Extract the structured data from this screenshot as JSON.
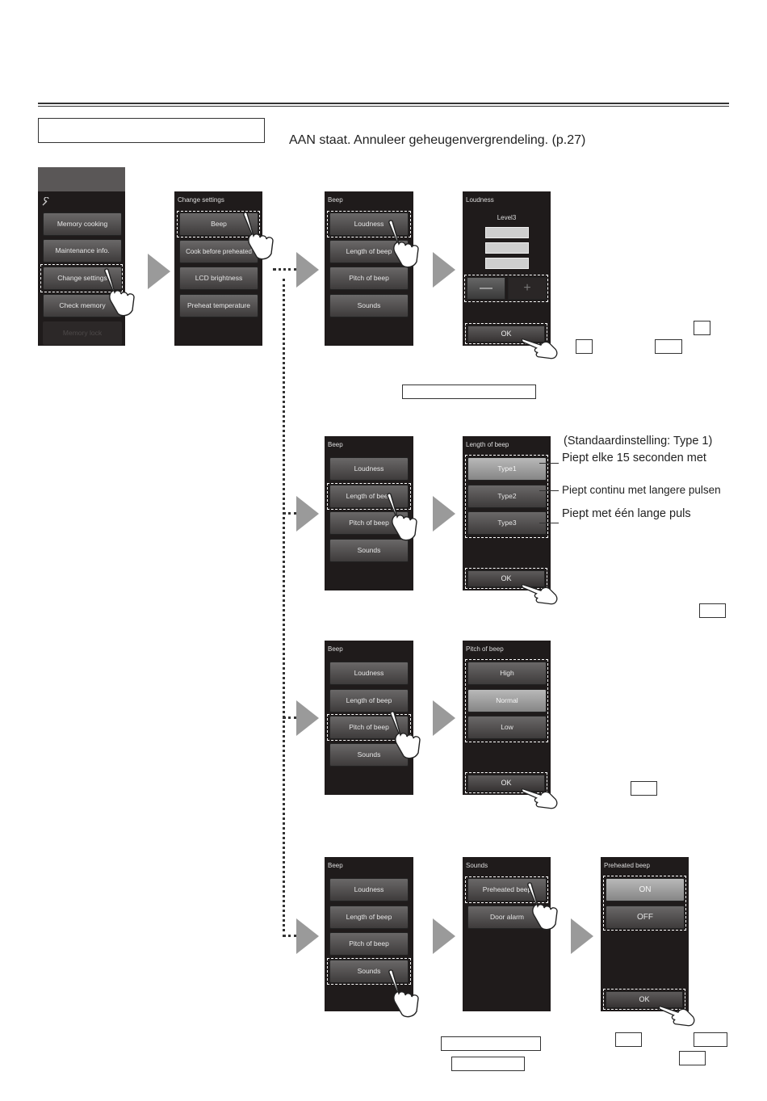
{
  "intro_text": "AAN staat. Annuleer geheugenvergrendeling. (p.27)",
  "main_menu": {
    "items": [
      "Memory cooking",
      "Maintenance info.",
      "Change settings",
      "Check memory",
      "Memory lock"
    ]
  },
  "change_settings": {
    "title": "Change settings",
    "items": [
      "Beep",
      "Cook before preheated",
      "LCD brightness",
      "Preheat temperature"
    ]
  },
  "beep": {
    "title": "Beep",
    "items": [
      "Loudness",
      "Length of beep",
      "Pitch of beep",
      "Sounds"
    ]
  },
  "loudness": {
    "title": "Loudness",
    "level": "Level3",
    "minus": "—",
    "plus": "+",
    "ok": "OK"
  },
  "length_of_beep": {
    "title": "Length of beep",
    "items": [
      "Type1",
      "Type2",
      "Type3"
    ],
    "ok": "OK",
    "notes": {
      "default": "(Standaardinstelling: Type 1)",
      "type1": "Piept elke 15 seconden met",
      "type2": "Piept continu met langere pulsen",
      "type3": "Piept met één lange puls"
    }
  },
  "pitch_of_beep": {
    "title": "Pitch of beep",
    "items": [
      "High",
      "Normal",
      "Low"
    ],
    "ok": "OK"
  },
  "sounds": {
    "title": "Sounds",
    "items": [
      "Preheated beep",
      "Door alarm"
    ]
  },
  "preheated_beep": {
    "title": "Preheated beep",
    "items": [
      "ON",
      "OFF"
    ],
    "ok": "OK"
  },
  "icons": [
    "wrench-icon",
    "hand-pointer-icon",
    "next-step-arrow-icon"
  ],
  "colors": {
    "screen_bg": "#1f1b1b",
    "arrow": "#9a9a9a",
    "button": "#4f4c4c",
    "selected": "#a3a3a3"
  }
}
